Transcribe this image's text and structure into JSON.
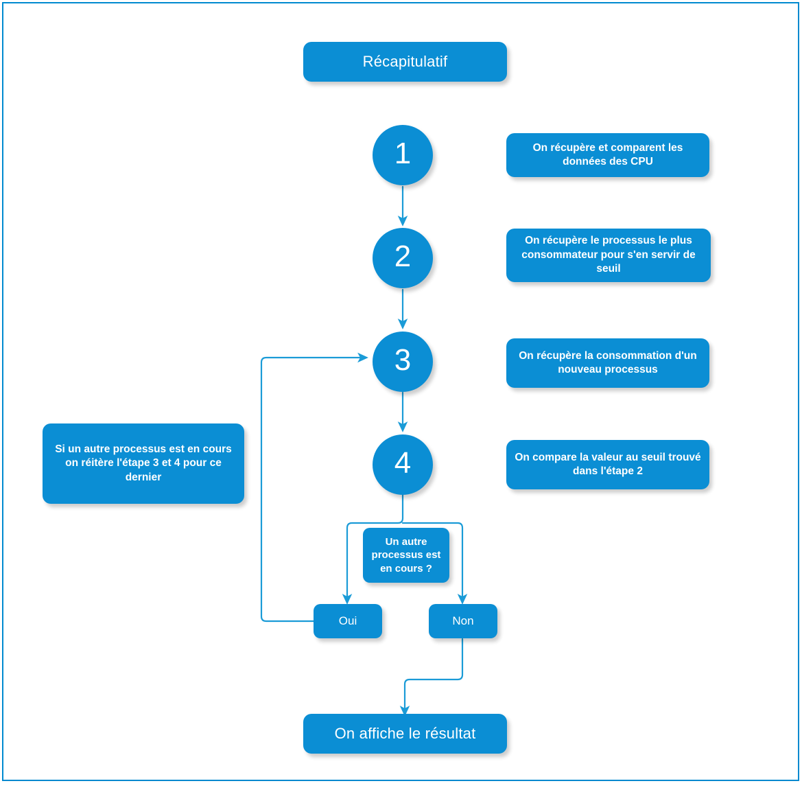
{
  "diagram": {
    "title": "Récapitulatif",
    "accent_color": "#0b8ed4",
    "border_color": "#0089cf",
    "wire_color": "#1a9bd7",
    "text_color": "#ffffff",
    "background": "#ffffff",
    "type": "flowchart",
    "language": "fr"
  },
  "steps": [
    {
      "number": "1",
      "description": "On récupère et comparent les données des CPU"
    },
    {
      "number": "2",
      "description": "On récupère le processus le plus consommateur pour s'en servir de seuil"
    },
    {
      "number": "3",
      "description": "On récupère la consommation d'un nouveau processus"
    },
    {
      "number": "4",
      "description": "On compare la valeur au seuil trouvé dans l'étape 2"
    }
  ],
  "note": {
    "text": "Si un autre processus est en cours on réitère l'étape 3 et 4 pour ce dernier"
  },
  "decision": {
    "question": "Un autre processus est en cours ?",
    "yes_label": "Oui",
    "no_label": "Non"
  },
  "result": {
    "label": "On affiche le résultat"
  }
}
